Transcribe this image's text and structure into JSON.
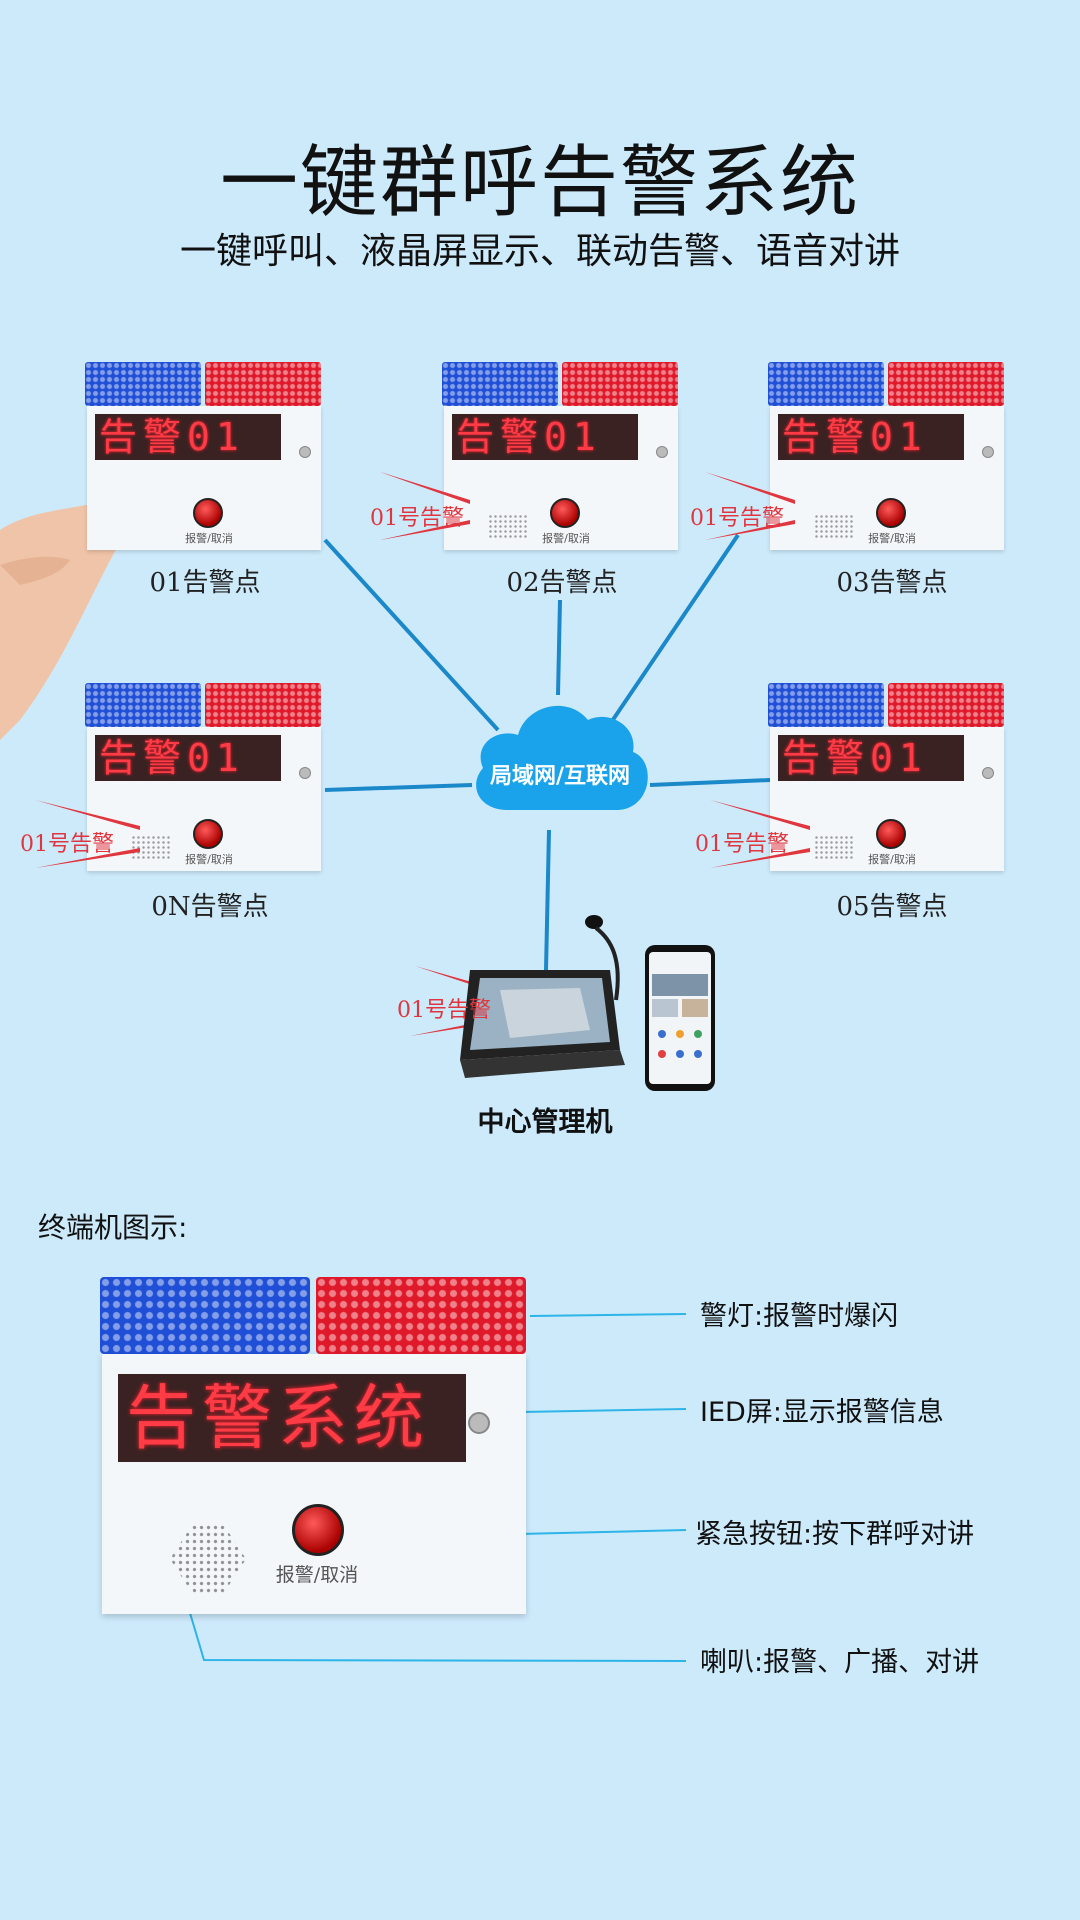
{
  "title": "一键群呼告警系统",
  "subtitle": "一键呼叫、液晶屏显示、联动告警、语音对讲",
  "network_label": "局域网/互联网",
  "device_led_text": "告警01",
  "device_button_label": "报警/取消",
  "alarm_text": "01号告警",
  "nodes": [
    {
      "label": "01告警点"
    },
    {
      "label": "02告警点"
    },
    {
      "label": "03告警点"
    },
    {
      "label": "0N告警点"
    },
    {
      "label": "05告警点"
    }
  ],
  "center": {
    "label": "中心管理机"
  },
  "terminal": {
    "section_title": "终端机图示:",
    "led_text": "告警系统",
    "button_label": "报警/取消",
    "callouts": {
      "lamp": "警灯:报警时爆闪",
      "screen": "IED屏:显示报警信息",
      "button": "紧急按钮:按下群呼对讲",
      "speaker": "喇叭:报警、广播、对讲"
    }
  },
  "colors": {
    "background": "#cdeafb",
    "line": "#1a88c9",
    "cloud": "#1aa3ea",
    "alarm": "#e0363f",
    "callout_line": "#2db4e8"
  },
  "icons": [
    "cloud-icon",
    "hand-icon",
    "tablet-console-icon",
    "microphone-icon",
    "phone-icon"
  ]
}
